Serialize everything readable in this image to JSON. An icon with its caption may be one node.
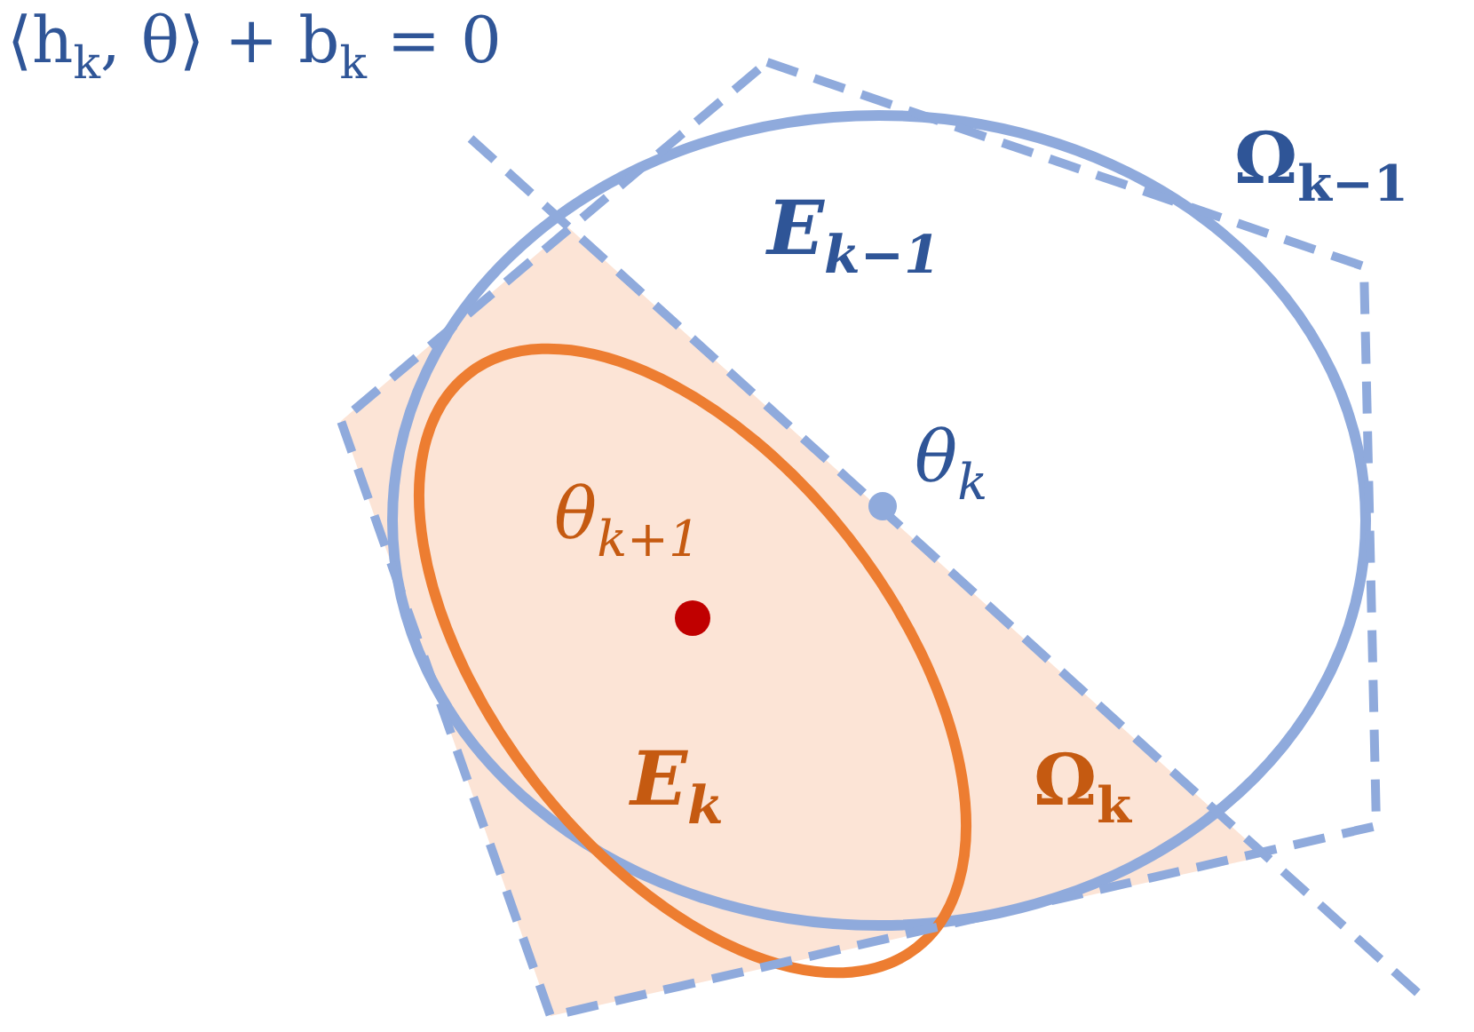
{
  "diagram": {
    "labels": [
      "⟨h$_{k}$, θ⟩ + b$_{k}$ = 0",
      "Ω$_{k−1}$",
      "E$_{k−1}$",
      "θ$_{k}$",
      "θ$_{k+1}$",
      "E$_{k}$",
      "Ω$_{k}$"
    ]
  }
}
